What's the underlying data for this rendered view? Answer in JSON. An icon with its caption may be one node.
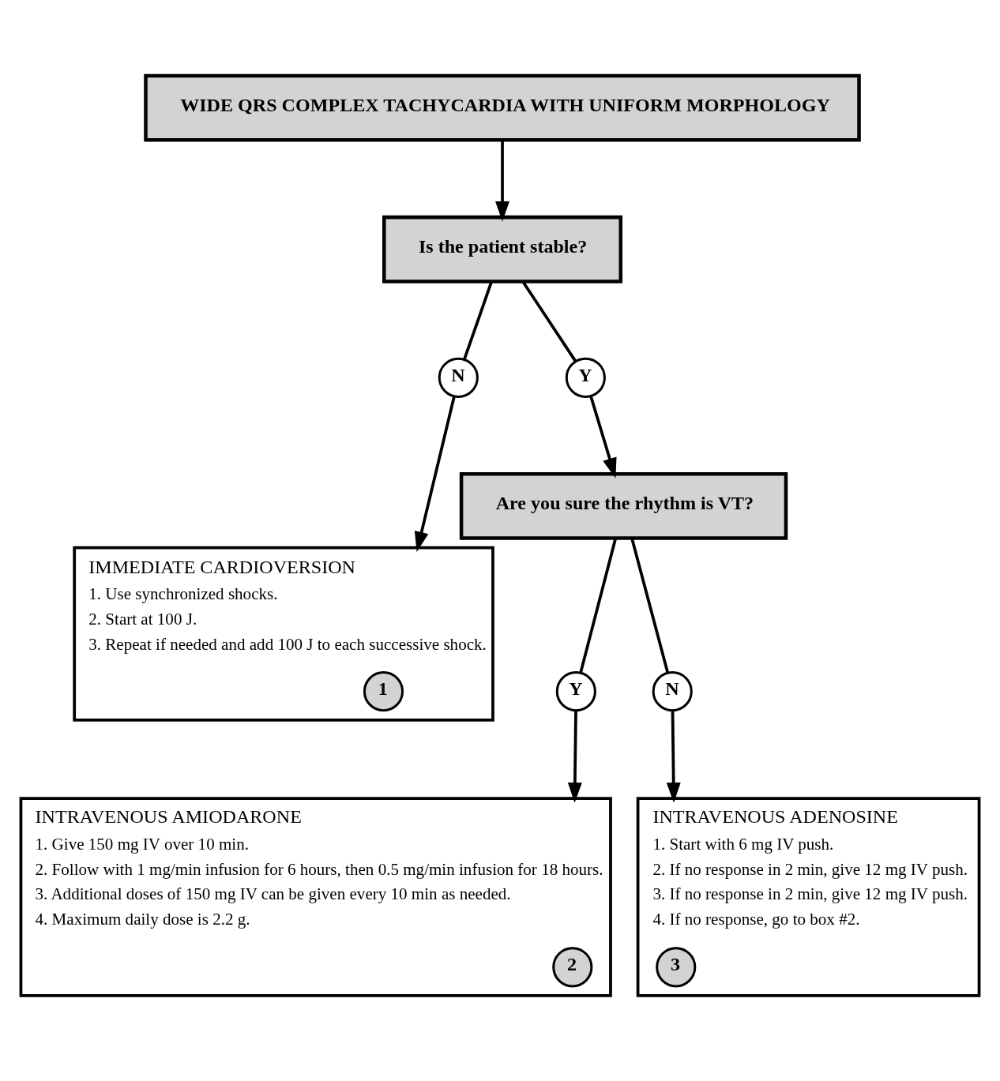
{
  "diagram": {
    "nodes": [
      {
        "text": [
          "WIDE QRS COMPLEX TACHYCARDIA WITH UNIFORM MORPHOLOGY"
        ]
      },
      {
        "text": [
          "Is the patient stable?"
        ]
      },
      {
        "text": [
          "N"
        ]
      },
      {
        "text": [
          "Y"
        ]
      },
      {
        "text": [
          "IMMEDIATE CARDIOVERSION",
          "1. Use synchronized shocks.",
          "2. Start at 100 J.",
          "3. Repeat if needed and add 100 J to each successive shock."
        ]
      },
      {
        "text": [
          "1"
        ],
        "in": 4
      },
      {
        "text": [
          "Are you sure the rhythm is VT?"
        ]
      },
      {
        "text": [
          "Y"
        ]
      },
      {
        "text": [
          "N"
        ]
      },
      {
        "text": [
          "INTRAVENOUS AMIODARONE",
          "1. Give 150 mg IV over 10 min.",
          "2. Follow with 1 mg/min infusion for 6 hours, then 0.5 mg/min infusion for 18 hours.",
          "3. Additional doses of 150 mg IV can be given every 10 min as needed.",
          "4. Maximum daily dose is 2.2 g."
        ]
      },
      {
        "text": [
          "2"
        ],
        "in": 9
      },
      {
        "text": [
          "INTRAVENOUS ADENOSINE",
          "1. Start with 6 mg IV push.",
          "2. If no response in 2 min, give 12 mg IV push.",
          "3. If no response in 2 min, give 12 mg IV push.",
          "4. If no response, go to box #2."
        ]
      },
      {
        "text": [
          "3"
        ],
        "in": 11
      }
    ],
    "edges": [
      {
        "from": 0,
        "to": 1,
        "arrow": "to"
      },
      {
        "from": 1,
        "to": 2,
        "arrow": "none"
      },
      {
        "from": 2,
        "to": 4,
        "arrow": "to"
      },
      {
        "from": 1,
        "to": 3,
        "arrow": "none"
      },
      {
        "from": 3,
        "to": 6,
        "arrow": "to"
      },
      {
        "from": 6,
        "to": 7,
        "arrow": "none"
      },
      {
        "from": 7,
        "to": 9,
        "arrow": "to"
      },
      {
        "from": 6,
        "to": 8,
        "arrow": "none"
      },
      {
        "from": 8,
        "to": 11,
        "arrow": "to"
      }
    ]
  }
}
